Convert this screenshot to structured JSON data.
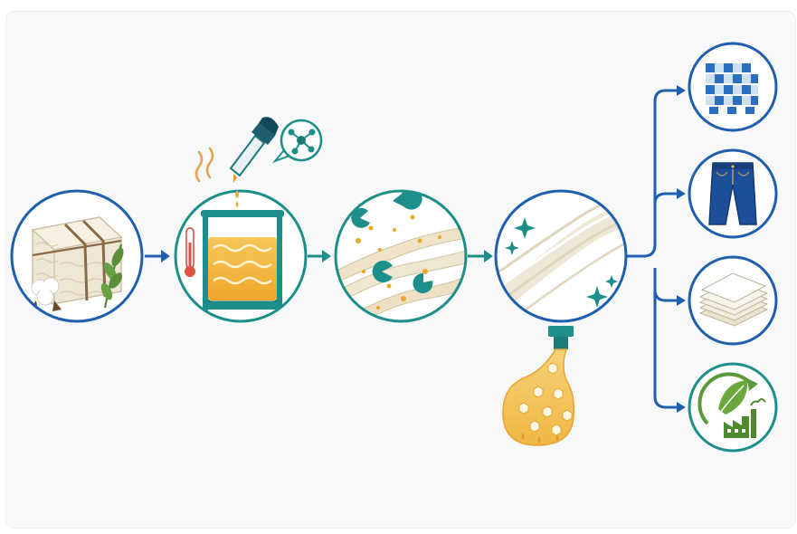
{
  "diagram": {
    "stages": [
      {
        "id": "raw-cotton",
        "icon": "cotton-bale-icon"
      },
      {
        "id": "pretreatment",
        "icon": "heated-reactor-icon"
      },
      {
        "id": "enzymatic-hydrolysis",
        "icon": "enzyme-attack-icon"
      },
      {
        "id": "purified-cellulose",
        "icon": "clean-fibers-icon"
      }
    ],
    "byproduct": {
      "id": "sugar-stream",
      "icon": "sugar-liquid-icon"
    },
    "outputs": [
      {
        "id": "woven-textile",
        "icon": "woven-fabric-icon"
      },
      {
        "id": "denim",
        "icon": "jeans-icon"
      },
      {
        "id": "paper-sheets",
        "icon": "paper-stack-icon"
      },
      {
        "id": "green-industry",
        "icon": "eco-factory-icon"
      }
    ],
    "colors": {
      "blue": "#1f5fae",
      "teal": "#1d8f8a",
      "teal_dark": "#1d7a78",
      "amber": "#f2b233",
      "cream": "#efe7d6",
      "green": "#5a9a3a"
    }
  }
}
